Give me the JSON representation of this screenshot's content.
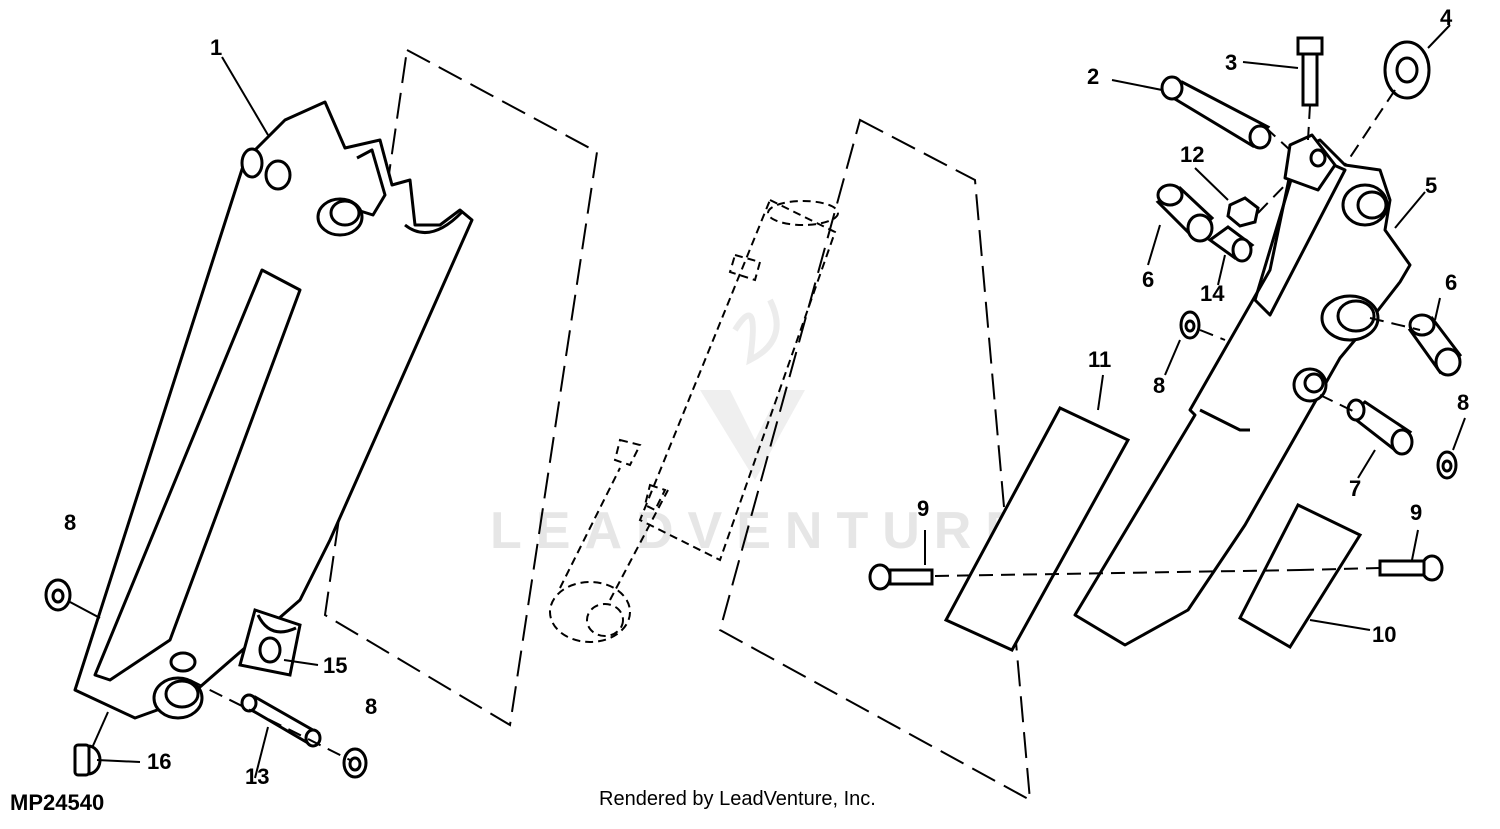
{
  "diagram": {
    "code": "MP24540",
    "credit": "Rendered by LeadVenture, Inc.",
    "watermark": "LEADVENTURE",
    "callouts": [
      "1",
      "2",
      "3",
      "4",
      "5",
      "6",
      "6",
      "7",
      "8",
      "8",
      "8",
      "8",
      "9",
      "9",
      "10",
      "11",
      "12",
      "13",
      "14",
      "15",
      "16"
    ]
  }
}
